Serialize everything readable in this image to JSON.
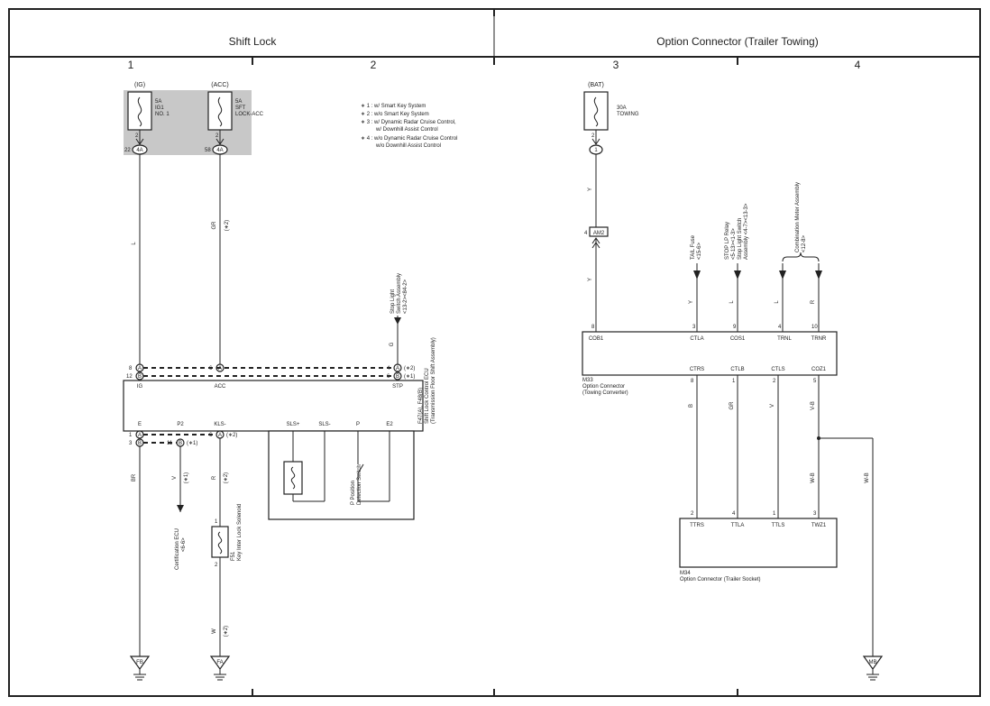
{
  "header": {
    "left_title": "Shift Lock",
    "right_title": "Option Connector (Trailer Towing)",
    "columns": [
      "1",
      "2",
      "3",
      "4"
    ]
  },
  "notes": {
    "n1": "∗ 1 : w/ Smart Key System",
    "n2": "∗ 2 : w/o Smart Key System",
    "n3a": "∗ 3 : w/ Dynamic Radar Cruise Control,",
    "n3b": "w/ Downhill Assist Control",
    "n4a": "∗ 4 : w/o Dynamic Radar Cruise Control",
    "n4b": "w/o Downhill Assist Control"
  },
  "fuses": {
    "ig_src": "(IG)",
    "ig_a": "5A",
    "ig_b": "IG1",
    "ig_c": "NO. 1",
    "acc_src": "(ACC)",
    "acc_a": "5A",
    "acc_b": "SFT",
    "acc_c": "LOCK-ACC",
    "bat_src": "(BAT)",
    "bat_a": "30A",
    "bat_b": "TOWING"
  },
  "connectors": {
    "c_4a": "4A",
    "c_a": "A",
    "c_b": "B",
    "c_1": "1",
    "c_am2": "AM2",
    "c_fb": "FB",
    "c_fa": "FA",
    "c_mb": "MB"
  },
  "pins": {
    "p2": "2",
    "p22": "22",
    "p58": "58",
    "p8": "8",
    "p12": "12",
    "p6": "6",
    "p4": "4",
    "p1": "1",
    "p3": "3",
    "p11": "11",
    "p9": "9",
    "p10": "10",
    "p5": "5"
  },
  "wires": {
    "L": "L",
    "GR": "GR",
    "G": "G",
    "BR": "BR",
    "V": "V",
    "R": "R",
    "W": "W",
    "Y": "Y",
    "B": "B",
    "VB": "V-B",
    "WB": "W-B"
  },
  "tags": {
    "s1": "(∗1)",
    "s2": "(∗2)"
  },
  "ecu": {
    "t_ig": "IG",
    "t_acc": "ACC",
    "t_stp": "STP",
    "t_e": "E",
    "t_p2": "P2",
    "t_kls": "KLS-",
    "t_slsp": "SLS+",
    "t_slsm": "SLS-",
    "t_p": "P",
    "t_e2": "E2",
    "id": "F47(A), F48(B)",
    "name": "Shift Lock Control ECU",
    "sub": "(Transmission Floor Shift Assembly)",
    "pswitch1": "P Position",
    "pswitch2": "Detection Switch"
  },
  "refs": {
    "stop1": "Stop Light",
    "stop2": "Switch Assembly",
    "stop3": "<13-2><84-2>",
    "cert1": "Certification ECU",
    "cert2": "<6-6>",
    "sol_id": "F51",
    "sol_name": "Key Inter Lock Solenoid",
    "tail1": "TAIL Fuse",
    "tail2": "<15-6>",
    "stp1": "STOP LP Relay",
    "stp2": "<5-13><1-3>",
    "stp3": "Stop Light Switch",
    "stp4": "Assembly <4-7><13-3>",
    "comb1": "Combination Meter Assembly",
    "comb2": "<12-8>"
  },
  "m33": {
    "top": [
      "COB1",
      "CTLA",
      "COS1",
      "TRNL",
      "TRNR"
    ],
    "bot": [
      "CTRS",
      "CTLB",
      "CTLS",
      "COZ1"
    ],
    "pins_top": [
      "8",
      "3",
      "9",
      "4",
      "10"
    ],
    "pins_bot": [
      "8",
      "1",
      "2",
      "5"
    ],
    "id": "M33",
    "name": "Option Connector",
    "sub": "(Towing Converter)"
  },
  "m34": {
    "top": [
      "TTRS",
      "TTLA",
      "TTLS",
      "TWZ1"
    ],
    "pins": [
      "2",
      "4",
      "1",
      "3"
    ],
    "id": "M34",
    "name": "Option Connector (Trailer Socket)"
  }
}
